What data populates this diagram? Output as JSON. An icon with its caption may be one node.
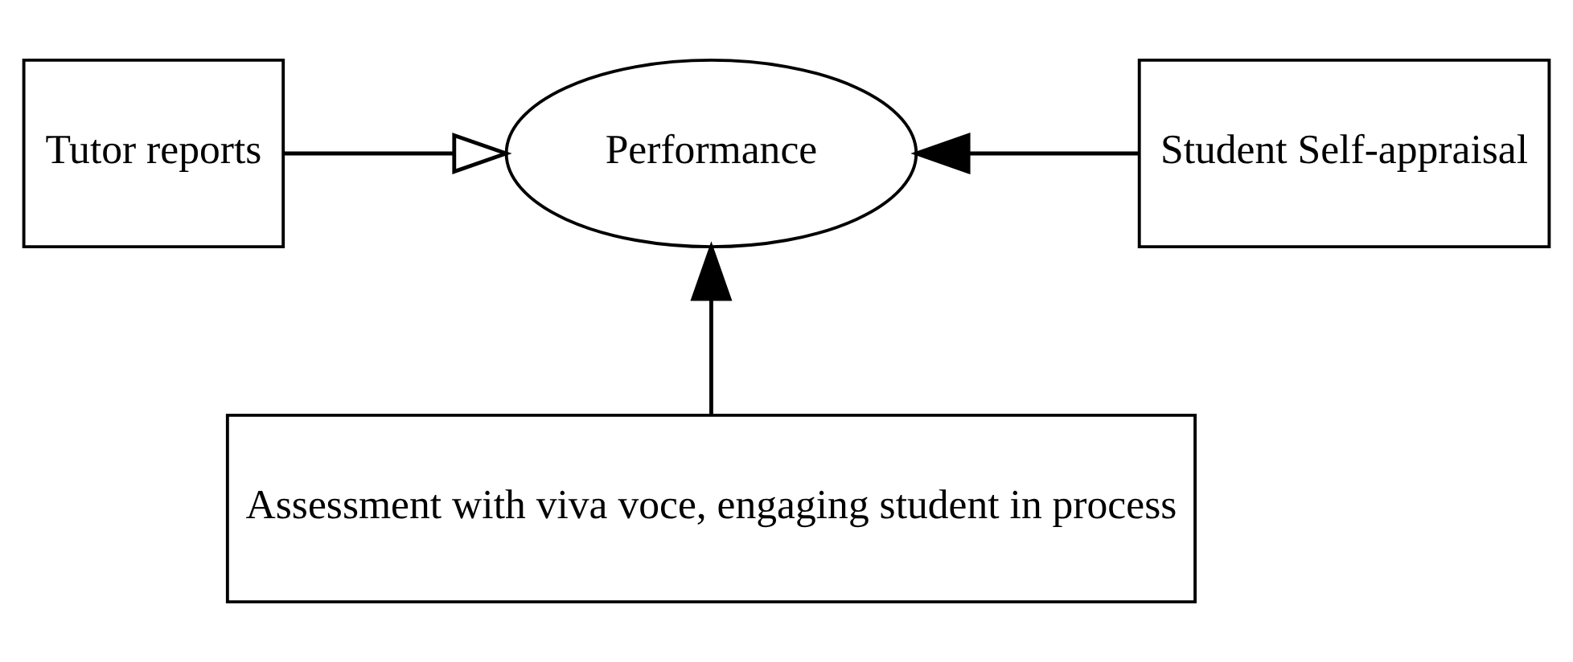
{
  "diagram": {
    "nodes": [
      {
        "text": [
          "Tutor reports"
        ]
      },
      {
        "text": [
          "Performance"
        ]
      },
      {
        "text": [
          "Student Self-appraisal"
        ]
      },
      {
        "text": [
          "Assessment with viva voce, engaging student in process"
        ]
      }
    ],
    "edges": [
      {
        "from": 0,
        "to": 1,
        "arrow": "to"
      },
      {
        "from": 2,
        "to": 1,
        "arrow": "to"
      },
      {
        "from": 3,
        "to": 1,
        "arrow": "to"
      }
    ]
  }
}
